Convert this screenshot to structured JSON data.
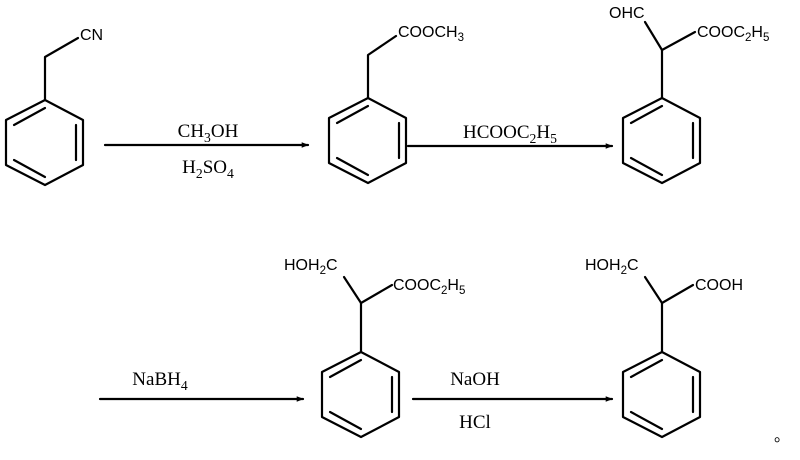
{
  "molecules": [
    {
      "id": "benzyl-cyanide",
      "label": "CN"
    },
    {
      "id": "methyl-phenylacetate",
      "label": "COOCH3"
    },
    {
      "id": "formyl-ester",
      "label_left": "OHC",
      "label_right": "COOC2H5"
    },
    {
      "id": "hydroxymethyl-ester",
      "label_left": "HOH2C",
      "label_right": "COOC2H5"
    },
    {
      "id": "tropic-acid",
      "label_left": "HOH2C",
      "label_right": "COOH"
    }
  ],
  "arrows": [
    {
      "id": "step-1",
      "above": "CH3OH",
      "below": "H2SO4"
    },
    {
      "id": "step-2",
      "above": "HCOOC2H5",
      "below": ""
    },
    {
      "id": "step-3",
      "above": "NaBH4",
      "below": ""
    },
    {
      "id": "step-4",
      "above": "NaOH",
      "below": "HCl"
    }
  ],
  "end_mark": "。"
}
